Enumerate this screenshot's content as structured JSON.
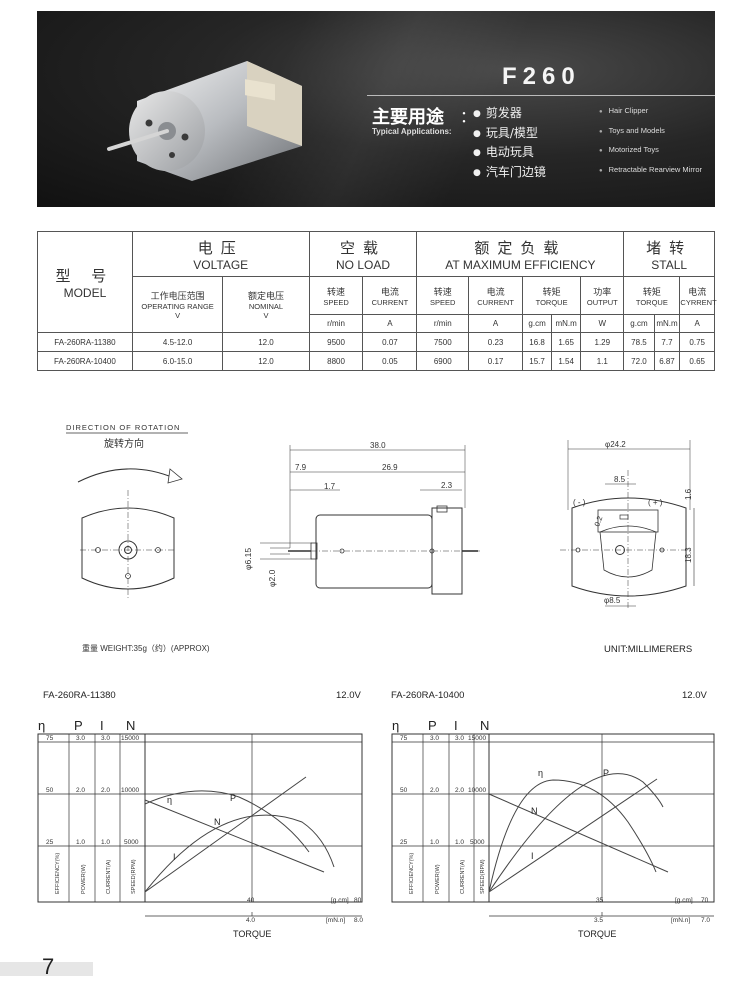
{
  "banner": {
    "model": "F260",
    "applications_cn_title": "主要用途",
    "applications_colon": "：",
    "applications_en_title": "Typical Applications:",
    "applications_cn": [
      "剪发器",
      "玩具/模型",
      "电动玩具",
      "汽车门边镜"
    ],
    "applications_en": [
      "Hair Clipper",
      "Toys and Models",
      "Motorized Toys",
      "Retractable Rearview Mirror"
    ]
  },
  "table": {
    "model_cn": "型 号",
    "model_en": "MODEL",
    "voltage_cn": "电压",
    "voltage_en": "VOLTAGE",
    "noload_cn": "空载",
    "noload_en": "NO LOAD",
    "maxeff_cn": "额定负载",
    "maxeff_en": "AT MAXIMUM EFFICIENCY",
    "stall_cn": "堵转",
    "stall_en": "STALL",
    "op_range_cn": "工作电压范围",
    "op_range_en": "OPERATING RANGE",
    "op_range_unit": "V",
    "nominal_cn": "额定电压",
    "nominal_en": "NOMINAL",
    "nominal_unit": "V",
    "speed_cn": "转速",
    "speed_en": "SPEED",
    "current_cn": "电流",
    "current_en": "CURRENT",
    "torque_cn": "转矩",
    "torque_en": "TORQUE",
    "output_cn": "功率",
    "output_en": "OUTPUT",
    "stall_current_en": "CYRRENT",
    "units": {
      "nl_speed": "r/min",
      "nl_current": "A",
      "me_speed": "r/min",
      "me_current": "A",
      "me_torque_g": "g.cm",
      "me_torque_mn": "mN.m",
      "me_output": "W",
      "st_torque_g": "g.cm",
      "st_torque_mn": "mN.m",
      "st_current": "A"
    },
    "rows": [
      {
        "model": "FA-260RA-11380",
        "range": "4.5-12.0",
        "nominal": "12.0",
        "nl_speed": "9500",
        "nl_current": "0.07",
        "me_speed": "7500",
        "me_current": "0.23",
        "me_torque_g": "16.8",
        "me_torque_mn": "1.65",
        "me_output": "1.29",
        "st_torque_g": "78.5",
        "st_torque_mn": "7.7",
        "st_current": "0.75"
      },
      {
        "model": "FA-260RA-10400",
        "range": "6.0-15.0",
        "nominal": "12.0",
        "nl_speed": "8800",
        "nl_current": "0.05",
        "me_speed": "6900",
        "me_current": "0.17",
        "me_torque_g": "15.7",
        "me_torque_mn": "1.54",
        "me_output": "1.1",
        "st_torque_g": "72.0",
        "st_torque_mn": "6.87",
        "st_current": "0.65"
      }
    ]
  },
  "drawing": {
    "rotation_en": "DIRECTION OF ROTATION",
    "rotation_cn": "旋转方向",
    "weight": "重量 WEIGHT:35g（约）(APPROX)",
    "unit": "UNIT:MILLIMERERS",
    "dims": {
      "length": "38.0",
      "d79": "7.9",
      "d269": "26.9",
      "d17": "1.7",
      "d23": "2.3",
      "d615": "φ6.15",
      "d20": "φ2.0",
      "d242": "φ24.2",
      "d85_top": "8.5",
      "d16": "1.6",
      "d183": "18.3",
      "d85_bottom": "φ8.5",
      "d02": "0.2",
      "minus": "( - )",
      "plus": "( + )"
    }
  },
  "graphs": [
    {
      "model": "FA-260RA-11380",
      "voltage": "12.0V",
      "head": [
        "η",
        "P",
        "I",
        "N"
      ],
      "rows": [
        [
          "75",
          "3.0",
          "3.0",
          "15000"
        ],
        [
          "50",
          "2.0",
          "2.0",
          "10000"
        ],
        [
          "25",
          "1.0",
          "1.0",
          "5000"
        ]
      ],
      "axis_names": [
        "EFFICIENCY(%)",
        "POWER(W)",
        "CURRENT(A)",
        "SPEED(RPM)"
      ],
      "gcm_tick": "40",
      "mnm_tick": "4.0",
      "gcm_end": "80",
      "mnm_end": "8.0",
      "gcm_unit": "[g.cm]",
      "mnm_unit": "[mN.n]",
      "xlabel": "TORQUE",
      "curve_labels": {
        "eta": "η",
        "p": "P",
        "n": "N",
        "i": "I"
      }
    },
    {
      "model": "FA-260RA-10400",
      "voltage": "12.0V",
      "head": [
        "η",
        "P",
        "I",
        "N"
      ],
      "rows": [
        [
          "75",
          "3.0",
          "3.0",
          "15000"
        ],
        [
          "50",
          "2.0",
          "2.0",
          "10000"
        ],
        [
          "25",
          "1.0",
          "1.0",
          "5000"
        ]
      ],
      "axis_names": [
        "EFFICIENCY(%)",
        "POWER(W)",
        "CURRENT(A)",
        "SPEED(RPM)"
      ],
      "gcm_tick": "35",
      "mnm_tick": "3.5",
      "gcm_end": "70",
      "mnm_end": "7.0",
      "gcm_unit": "[g.cm]",
      "mnm_unit": "[mN.n]",
      "xlabel": "TORQUE",
      "curve_labels": {
        "eta": "η",
        "p": "P",
        "n": "N",
        "i": "I"
      }
    }
  ],
  "page_number": "7"
}
